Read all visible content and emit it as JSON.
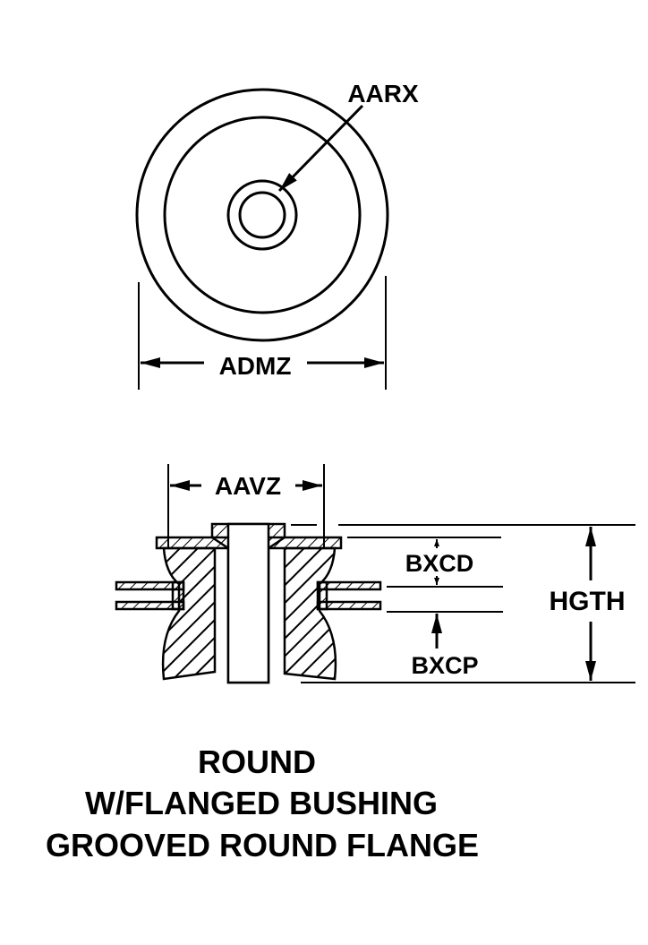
{
  "labels": {
    "aarx": "AARX",
    "admz": "ADMZ",
    "aavz": "AAVZ",
    "bxcd": "BXCD",
    "bxcp": "BXCP",
    "hgth": "HGTH"
  },
  "title": {
    "line1": "ROUND",
    "line2": "W/FLANGED BUSHING",
    "line3": "GROOVED ROUND FLANGE"
  },
  "colors": {
    "ink": "#000000",
    "background": "#ffffff"
  }
}
